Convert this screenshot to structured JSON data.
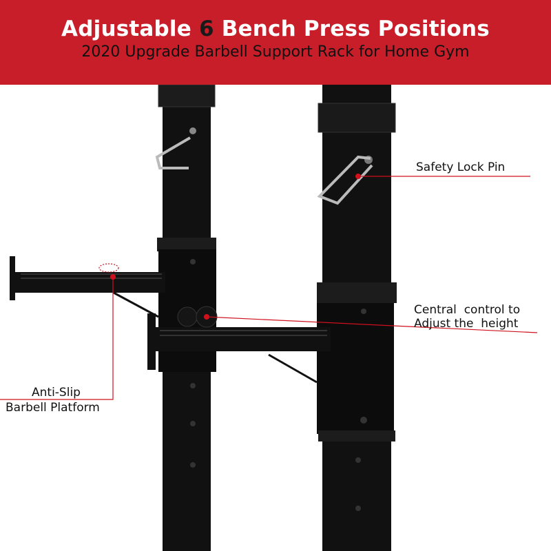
{
  "header": {
    "title_pre": "Adjustable ",
    "title_num": "6",
    "title_post": " Bench Press Positions",
    "subtitle": "2020 Upgrade Barbell Support Rack for Home Gym"
  },
  "callouts": {
    "safety_lock_pin": "Safety Lock Pin",
    "central_control_1": "Central  control to",
    "central_control_2": "Adjust the  height",
    "anti_slip_1": "Anti-Slip",
    "anti_slip_2": "Barbell Platform"
  },
  "colors": {
    "brand_red": "#c81e2a",
    "callout_red": "#d0101c"
  }
}
